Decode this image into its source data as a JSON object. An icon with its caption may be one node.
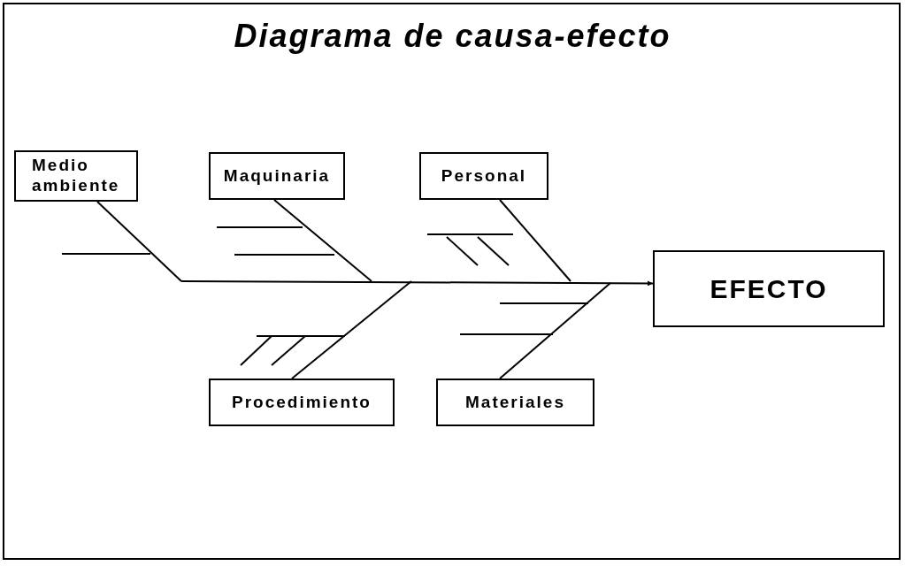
{
  "diagram": {
    "title": "Diagrama de causa-efecto",
    "nodes": [
      {
        "text": [
          "Medio ambiente"
        ]
      },
      {
        "text": [
          "Maquinaria"
        ]
      },
      {
        "text": [
          "Personal"
        ]
      },
      {
        "text": [
          "EFECTO"
        ]
      },
      {
        "text": [
          "Procedimiento"
        ]
      },
      {
        "text": [
          "Materiales"
        ]
      }
    ],
    "edges": [
      {
        "from": null,
        "to": 3,
        "arrow": "to"
      },
      {
        "from": 0,
        "to": null,
        "arrow": "none"
      },
      {
        "from": 1,
        "to": null,
        "arrow": "none"
      },
      {
        "from": 2,
        "to": null,
        "arrow": "none"
      },
      {
        "from": 4,
        "to": null,
        "arrow": "none"
      },
      {
        "from": 5,
        "to": null,
        "arrow": "none"
      }
    ]
  }
}
